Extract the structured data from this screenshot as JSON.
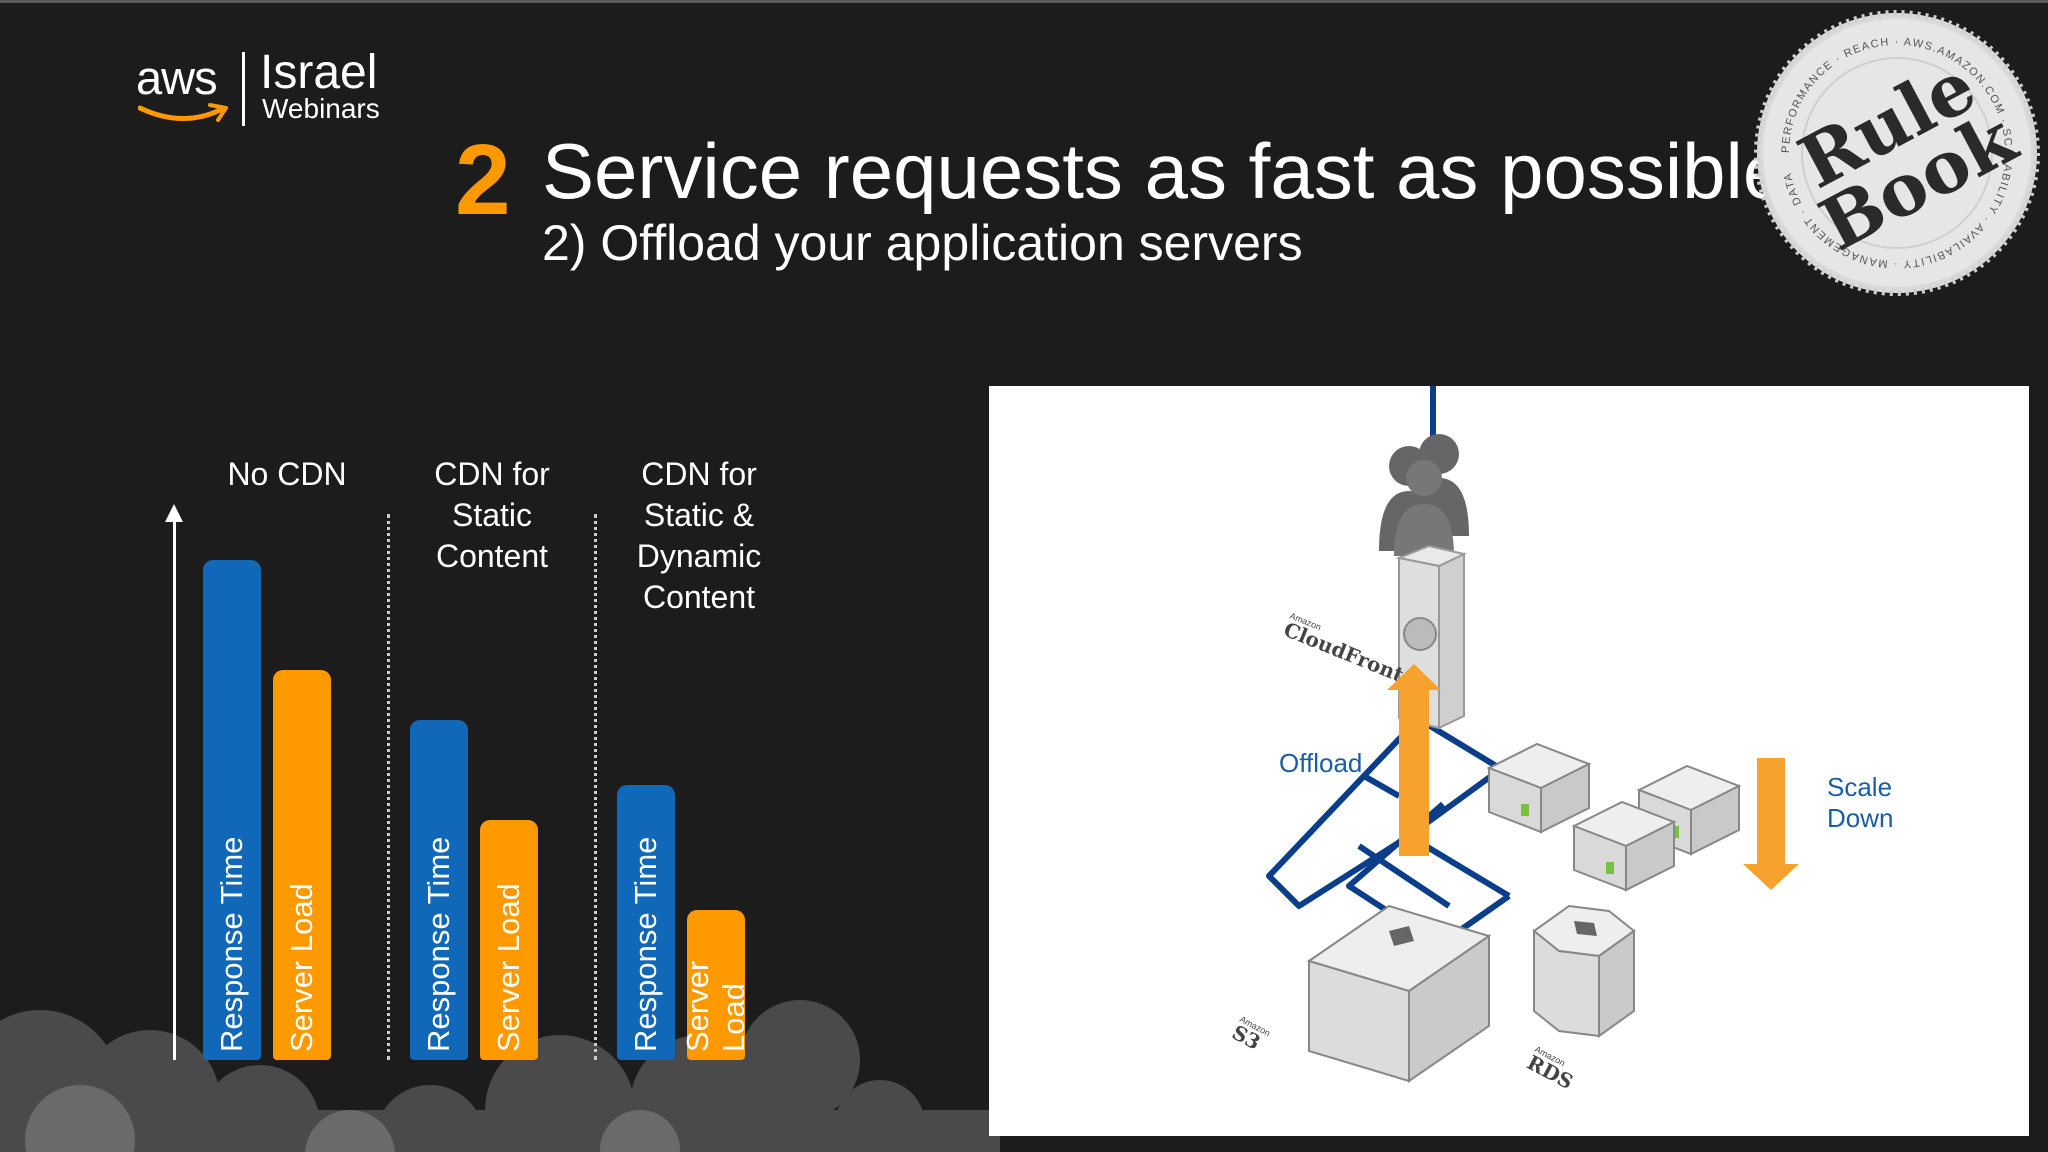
{
  "logo": {
    "brand": "aws",
    "region": "Israel",
    "series": "Webinars"
  },
  "slide": {
    "number": "2",
    "title": "Service requests as fast as possible",
    "subtitle": "2) Offload your application servers"
  },
  "badge": {
    "main_line1": "Rule",
    "main_line2": "Book",
    "ring_text": "PERFORMANCE · REACH · AWS.AMAZON.COM · SCALABILITY · AVAILABILITY · MANAGEMENT · DATA"
  },
  "chart_data": {
    "type": "bar",
    "title": "",
    "xlabel": "",
    "ylabel": "",
    "ylim": [
      0,
      100
    ],
    "categories": [
      "No CDN",
      "CDN for Static Content",
      "CDN for Static & Dynamic Content"
    ],
    "category_lines": [
      [
        "No CDN"
      ],
      [
        "CDN for",
        "Static",
        "Content"
      ],
      [
        "CDN for",
        "Static &",
        "Dynamic",
        "Content"
      ]
    ],
    "series": [
      {
        "name": "Response Time",
        "label_lines": [
          "Response Time"
        ],
        "color": "#1268b8",
        "values": [
          100,
          68,
          55
        ]
      },
      {
        "name": "Server Load",
        "label_lines": [
          "Server Load"
        ],
        "color": "#ff9900",
        "values": [
          78,
          48,
          30
        ]
      }
    ],
    "label_overrides": {
      "2-1": [
        "Server",
        "Load"
      ]
    },
    "axis_arrow": "up",
    "grid": false,
    "legend": "none"
  },
  "diagram": {
    "offload_label": "Offload",
    "scale_label_line1": "Scale",
    "scale_label_line2": "Down",
    "cloudfront_label": "CloudFront",
    "cloudfront_prefix": "Amazon",
    "s3_label": "S3",
    "s3_prefix": "Amazon",
    "rds_label": "RDS",
    "rds_prefix": "Amazon",
    "offload_arrow": "up",
    "scale_arrow": "down",
    "colors": {
      "line": "#0b3e8a",
      "arrow": "#f7a22e",
      "label": "#1a5ea6",
      "server": "#d6d6d6"
    }
  }
}
